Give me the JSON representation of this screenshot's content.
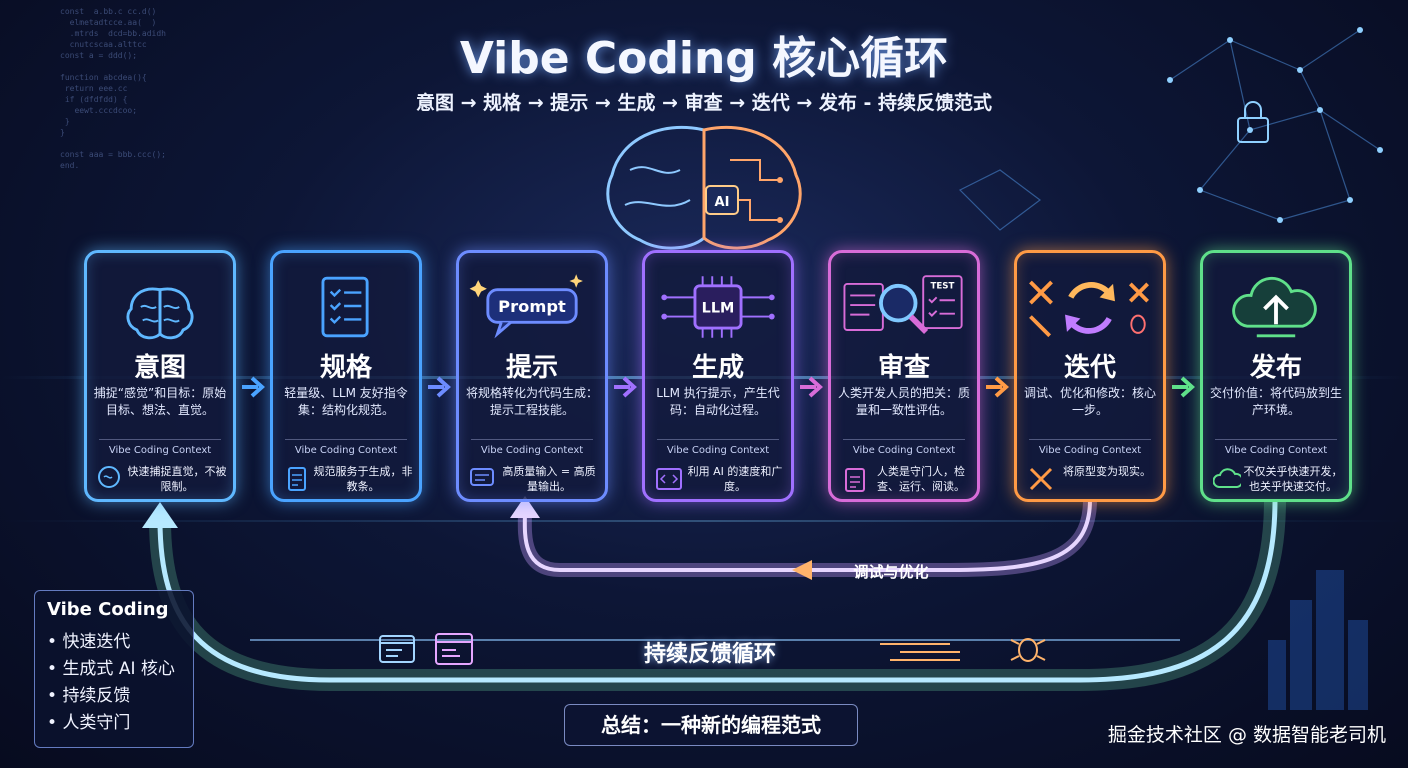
{
  "header": {
    "title": "Vibe Coding 核心循环",
    "subtitle": "意图 → 规格 → 提示 → 生成 → 审查 → 迭代 → 发布 - 持续反馈范式"
  },
  "brain_label": "AI",
  "context_label": "Vibe Coding Context",
  "stages": [
    {
      "name": "意图",
      "desc": "捕捉“感觉”和目标：原始目标、想法、直觉。",
      "note": "快速捕捉直觉，不被限制。",
      "color": "#5fb8ff",
      "icon": "brain-icon"
    },
    {
      "name": "规格",
      "desc": "轻量级、LLM 友好指令集：结构化规范。",
      "note": "规范服务于生成，非教条。",
      "color": "#4aa3ff",
      "icon": "document-checklist-icon"
    },
    {
      "name": "提示",
      "desc": "将规格转化为代码生成：提示工程技能。",
      "note": "高质量输入 = 高质量输出。",
      "color": "#6d8cff",
      "icon": "prompt-bubble-icon",
      "icon_text": "Prompt"
    },
    {
      "name": "生成",
      "desc": "LLM 执行提示，产生代码：自动化过程。",
      "note": "利用 AI 的速度和广度。",
      "color": "#a070ff",
      "icon": "llm-chip-icon",
      "icon_text": "LLM"
    },
    {
      "name": "审查",
      "desc": "人类开发人员的把关：质量和一致性评估。",
      "note": "人类是守门人，检查、运行、阅读。",
      "color": "#d86cd8",
      "icon": "magnifier-test-icon",
      "icon_text": "TEST"
    },
    {
      "name": "迭代",
      "desc": "调试、优化和修改：核心一步。",
      "note": "将原型变为现实。",
      "color": "#ff9a45",
      "icon": "refresh-tools-icon"
    },
    {
      "name": "发布",
      "desc": "交付价值：将代码放到生产环境。",
      "note": "不仅关乎快速开发，也关乎快速交付。",
      "color": "#5fe08a",
      "icon": "cloud-upload-icon"
    }
  ],
  "refine_label": "调试与优化",
  "loop_label": "持续反馈循环",
  "side_box": {
    "title": "Vibe Coding",
    "items": [
      "快速迭代",
      "生成式 AI 核心",
      "持续反馈",
      "人类守门"
    ]
  },
  "summary": "总结：一种新的编程范式",
  "watermark": "掘金技术社区 @ 数据智能老司机"
}
